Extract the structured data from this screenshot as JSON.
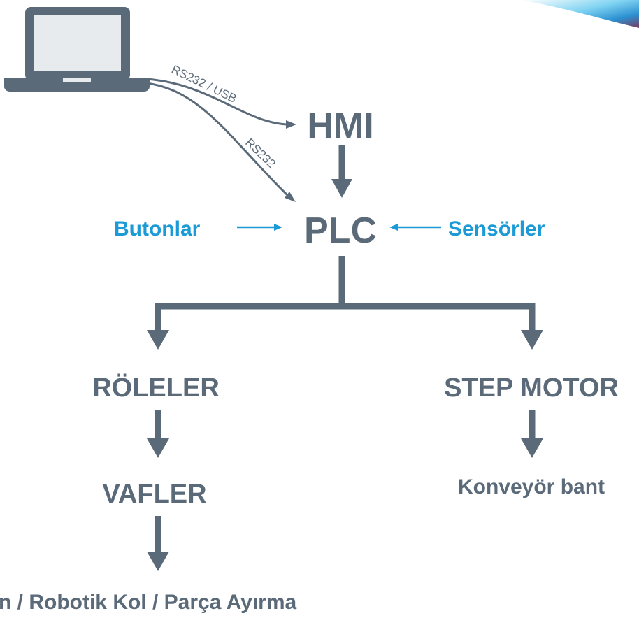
{
  "nodes": {
    "hmi": "HMI",
    "plc": "PLC",
    "buttons": "Butonlar",
    "sensors": "Sensörler",
    "relays": "RÖLELER",
    "step_motor": "STEP MOTOR",
    "valves": "VAFLER",
    "conveyor": "Konveyör bant",
    "outputs": "n / Robotik Kol / Parça Ayırma"
  },
  "links": {
    "pc_to_hmi": "RS232 / USB",
    "pc_to_plc": "RS232"
  },
  "icons": {
    "computer": "laptop-icon"
  },
  "colors": {
    "main": "#5a6a79",
    "accent": "#1b9ad6"
  }
}
